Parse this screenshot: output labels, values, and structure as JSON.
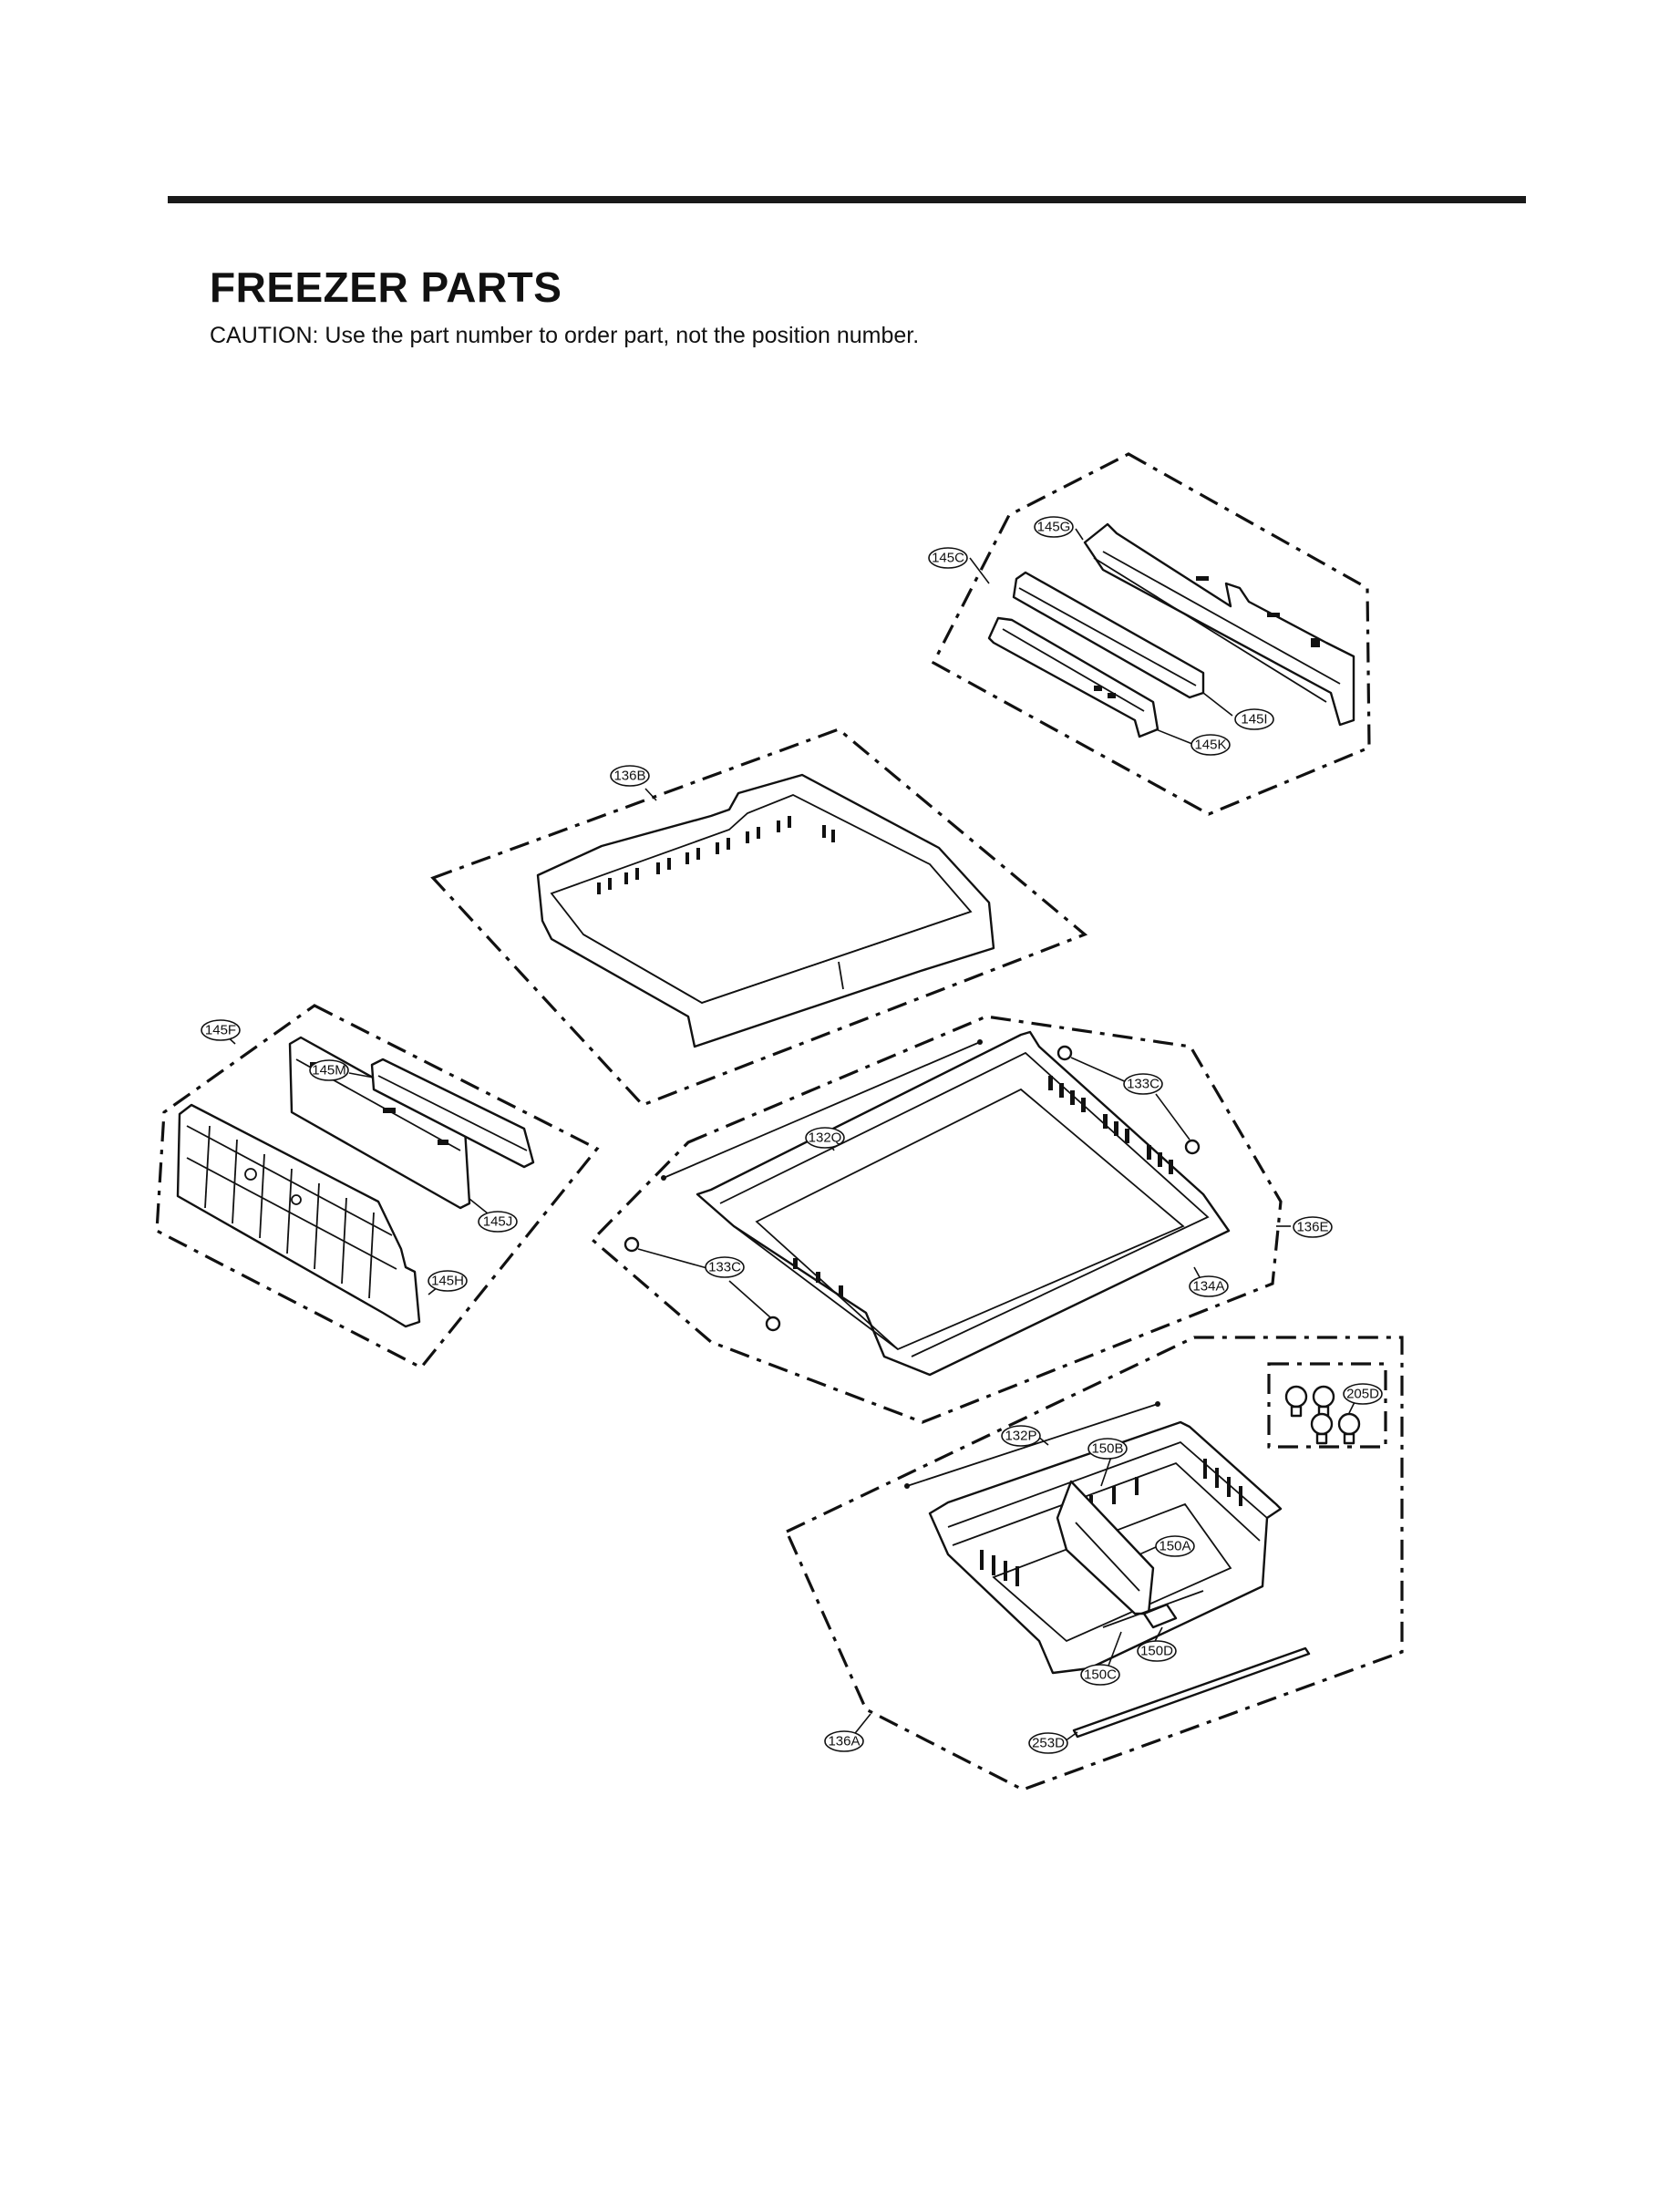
{
  "header": {
    "title": "FREEZER PARTS",
    "caution": "CAUTION: Use the part number to order part, not the position number."
  },
  "callouts": {
    "c145G": "145G",
    "c145C": "145C",
    "c145I": "145I",
    "c145K": "145K",
    "c136B": "136B",
    "c145F": "145F",
    "c145M": "145M",
    "c145J": "145J",
    "c145H": "145H",
    "c133C_top": "133C",
    "c132Q": "132Q",
    "c136E": "136E",
    "c133C_left": "133C",
    "c134A": "134A",
    "c205D": "205D",
    "c132P": "132P",
    "c150B": "150B",
    "c150A": "150A",
    "c150D": "150D",
    "c150C": "150C",
    "c136A": "136A",
    "c253D": "253D"
  }
}
